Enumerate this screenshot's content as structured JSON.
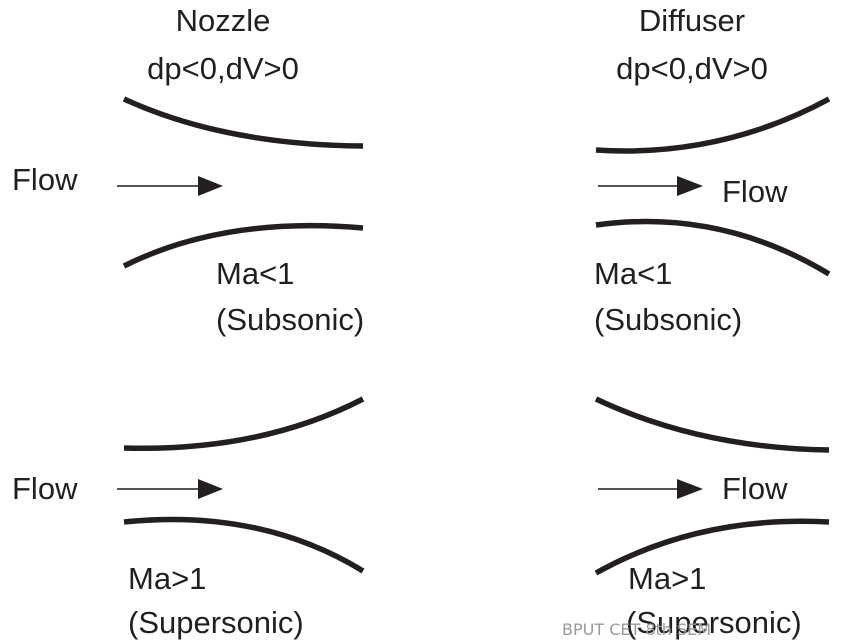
{
  "nozzle": {
    "title": "Nozzle",
    "condition": "dp<0,dV>0",
    "subsonic": {
      "flow_label": "Flow",
      "mach": "Ma<1",
      "regime": "(Subsonic)"
    },
    "supersonic": {
      "flow_label": "Flow",
      "mach": "Ma>1",
      "regime": "(Supersonic)"
    }
  },
  "diffuser": {
    "title": "Diffuser",
    "condition": "dp<0,dV>0",
    "subsonic": {
      "flow_label": "Flow",
      "mach": "Ma<1",
      "regime": "(Subsonic)"
    },
    "supersonic": {
      "flow_label": "Flow",
      "mach": "Ma>1",
      "regime": "(Supersonic)"
    }
  },
  "watermark": "BPUT CET 8th SEM"
}
